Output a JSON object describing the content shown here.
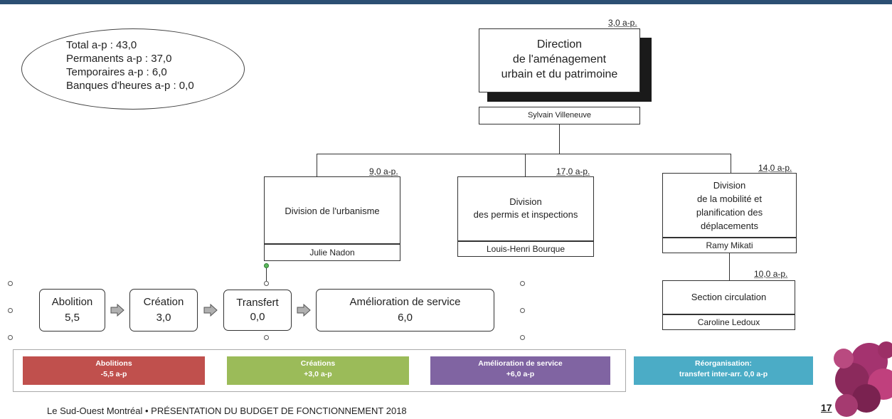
{
  "summary": {
    "total": "Total a-p : 43,0",
    "permanents": "Permanents a-p : 37,0",
    "temporaires": "Temporaires a-p : 6,0",
    "banques": "Banques d'heures a-p : 0,0"
  },
  "direction": {
    "ap": "3,0 a-p.",
    "title_1": "Direction",
    "title_2": "de l'aménagement",
    "title_3": "urbain et du patrimoine",
    "head": "Sylvain Villeneuve"
  },
  "divisions": [
    {
      "ap": "9,0 a-p.",
      "title_1": "Division de l'urbanisme",
      "head": "Julie Nadon"
    },
    {
      "ap": "17,0 a-p.",
      "title_1": "Division",
      "title_2": "des permis et inspections",
      "head": "Louis-Henri Bourque"
    },
    {
      "ap": "14,0 a-p.",
      "title_1": "Division",
      "title_2": "de la mobilité et",
      "title_3": "planification des",
      "title_4": "déplacements",
      "head": "Ramy Mikati"
    }
  ],
  "section": {
    "ap": "10,0 a-p.",
    "title": "Section circulation",
    "head": "Caroline Ledoux"
  },
  "flow": [
    {
      "label": "Abolition",
      "value": "5,5"
    },
    {
      "label": "Création",
      "value": "3,0"
    },
    {
      "label": "Transfert",
      "value": "0,0"
    },
    {
      "label": "Amélioration de service",
      "value": "6,0"
    }
  ],
  "legend": [
    {
      "title": "Abolitions",
      "value": "-5,5 a-p",
      "color": "#c0504d"
    },
    {
      "title": "Créations",
      "value": "+3,0 a-p",
      "color": "#9bbb59"
    },
    {
      "title": "Amélioration de service",
      "value": "+6,0 a-p",
      "color": "#8064a2"
    },
    {
      "title": "Réorganisation:",
      "value": "transfert inter-arr.  0,0 a-p",
      "color": "#4bacc6"
    }
  ],
  "footer": "Le Sud-Ouest Montréal • PRÉSENTATION DU BUDGET DE FONCTIONNEMENT 2018",
  "page_number": "17"
}
